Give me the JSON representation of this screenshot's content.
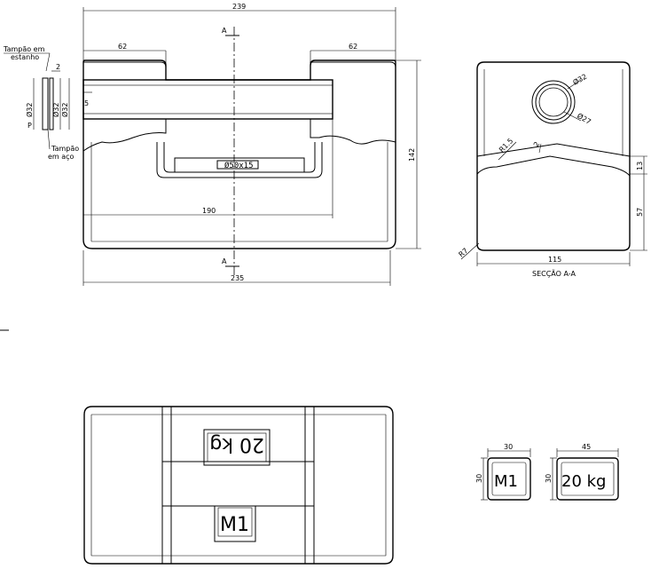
{
  "front_view": {
    "dim_overall_top": "239",
    "dim_left_cavity": "62",
    "dim_right_cavity": "62",
    "dim_bore": "190",
    "dim_overall_bottom": "235",
    "dim_height": "142",
    "section_mark_top": "A",
    "section_mark_bottom": "A",
    "plug_label_tin_1": "Tampão em",
    "plug_label_tin_2": "estanho",
    "plug_label_steel_1": "Tampão",
    "plug_label_steel_2": "em aço",
    "dim_plug_d1": "Ø32",
    "dim_plug_d2": "Ø32",
    "dim_plug_d3": "Ø32",
    "dim_plug_2": "2",
    "dim_plug_5": "5",
    "dim_plug_p": "P",
    "nameplate_text": "Ø50x15"
  },
  "section_view": {
    "dim_bore_outer": "Ø32",
    "dim_bore_inner": "Ø27",
    "dim_radius": "R1.5",
    "dim_angle": "2",
    "dim_13": "13",
    "dim_57": "57",
    "dim_r7": "R7",
    "dim_width": "115",
    "caption": "SECÇÃO A-A"
  },
  "top_view": {
    "marking_mass": "20 kg",
    "marking_class": "M1"
  },
  "detail_views": {
    "class_width": "30",
    "class_height": "30",
    "class_text": "M1",
    "mass_width": "45",
    "mass_height": "30",
    "mass_text": "20 kg"
  }
}
